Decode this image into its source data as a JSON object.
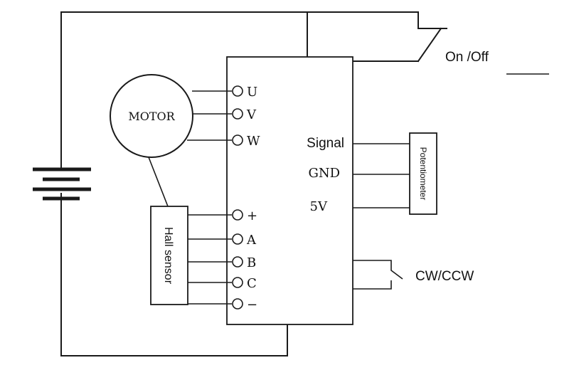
{
  "motor": {
    "label": "MOTOR"
  },
  "hall_sensor": {
    "label": "Hall sensor"
  },
  "potentiometer": {
    "label": "Potentiometer"
  },
  "switch": {
    "label": "On /Off"
  },
  "direction": {
    "label": "CW/CCW"
  },
  "controller": {
    "left_terminals_top": [
      "U",
      "V",
      "W"
    ],
    "left_terminals_bottom": [
      "+",
      "A",
      "B",
      "C",
      "−"
    ],
    "right_labels": {
      "signal": "Signal",
      "gnd": "GND",
      "v5": "5V"
    }
  }
}
